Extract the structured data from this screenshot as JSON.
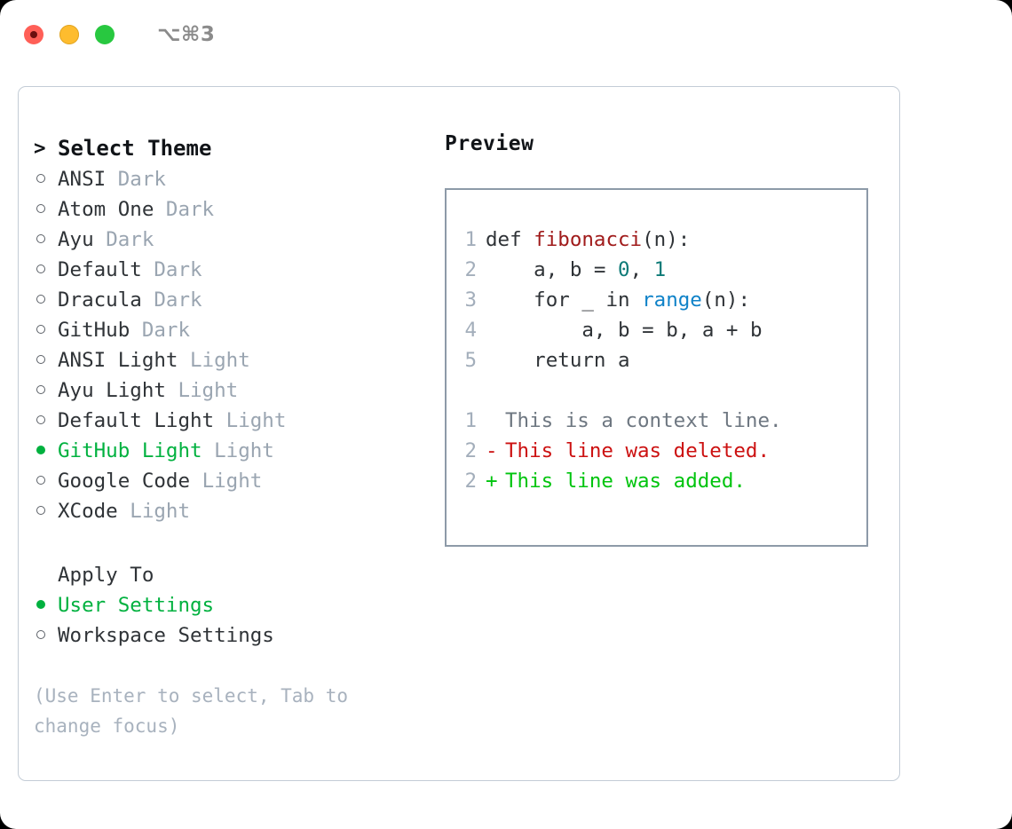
{
  "titlebar": {
    "shortcut": "⌥⌘3",
    "lights": {
      "close": "close-button",
      "minimize": "minimize-button",
      "maximize": "maximize-button"
    }
  },
  "left": {
    "header_marker": ">",
    "header_label": "Select Theme",
    "themes": [
      {
        "marker": "○",
        "selected": false,
        "name": "ANSI",
        "variant": "Dark"
      },
      {
        "marker": "○",
        "selected": false,
        "name": "Atom One",
        "variant": "Dark"
      },
      {
        "marker": "○",
        "selected": false,
        "name": "Ayu",
        "variant": "Dark"
      },
      {
        "marker": "○",
        "selected": false,
        "name": "Default",
        "variant": "Dark"
      },
      {
        "marker": "○",
        "selected": false,
        "name": "Dracula",
        "variant": "Dark"
      },
      {
        "marker": "○",
        "selected": false,
        "name": "GitHub",
        "variant": "Dark"
      },
      {
        "marker": "○",
        "selected": false,
        "name": "ANSI Light",
        "variant": "Light"
      },
      {
        "marker": "○",
        "selected": false,
        "name": "Ayu Light",
        "variant": "Light"
      },
      {
        "marker": "○",
        "selected": false,
        "name": "Default Light",
        "variant": "Light"
      },
      {
        "marker": "●",
        "selected": true,
        "name": "GitHub Light",
        "variant": "Light"
      },
      {
        "marker": "○",
        "selected": false,
        "name": "Google Code",
        "variant": "Light"
      },
      {
        "marker": "○",
        "selected": false,
        "name": "XCode",
        "variant": "Light"
      }
    ],
    "apply_to_label": "Apply To",
    "apply_options": [
      {
        "marker": "●",
        "selected": true,
        "label": "User Settings"
      },
      {
        "marker": "○",
        "selected": false,
        "label": "Workspace Settings"
      }
    ],
    "help_line_1": "(Use Enter to select, Tab to",
    "help_line_2": "change focus)"
  },
  "preview": {
    "title": "Preview",
    "code_lines": [
      {
        "no": "1",
        "tokens": [
          {
            "t": "def ",
            "c": "plain"
          },
          {
            "t": "fibonacci",
            "c": "fn"
          },
          {
            "t": "(n):",
            "c": "plain"
          }
        ]
      },
      {
        "no": "2",
        "tokens": [
          {
            "t": "    a, b = ",
            "c": "plain"
          },
          {
            "t": "0",
            "c": "num"
          },
          {
            "t": ", ",
            "c": "plain"
          },
          {
            "t": "1",
            "c": "num"
          }
        ]
      },
      {
        "no": "3",
        "tokens": [
          {
            "t": "    for _ in ",
            "c": "plain"
          },
          {
            "t": "range",
            "c": "call"
          },
          {
            "t": "(n):",
            "c": "plain"
          }
        ]
      },
      {
        "no": "4",
        "tokens": [
          {
            "t": "        a, b = b, a + b",
            "c": "plain"
          }
        ]
      },
      {
        "no": "5",
        "tokens": [
          {
            "t": "    return a",
            "c": "plain"
          }
        ]
      }
    ],
    "diff_lines": [
      {
        "no": "1",
        "sign": " ",
        "text": "This is a context line.",
        "kind": "ctx"
      },
      {
        "no": "2",
        "sign": "-",
        "text": "This line was deleted.",
        "kind": "del"
      },
      {
        "no": "2",
        "sign": "+",
        "text": "This line was added.",
        "kind": "add"
      }
    ]
  },
  "colors": {
    "accent_green": "#00b13f",
    "diff_add": "#00c40e",
    "diff_del": "#cc1111",
    "fn_red": "#a01b1b",
    "num_teal": "#0d7a77",
    "call_blue": "#0f82c8",
    "muted": "#9aa5b1"
  }
}
